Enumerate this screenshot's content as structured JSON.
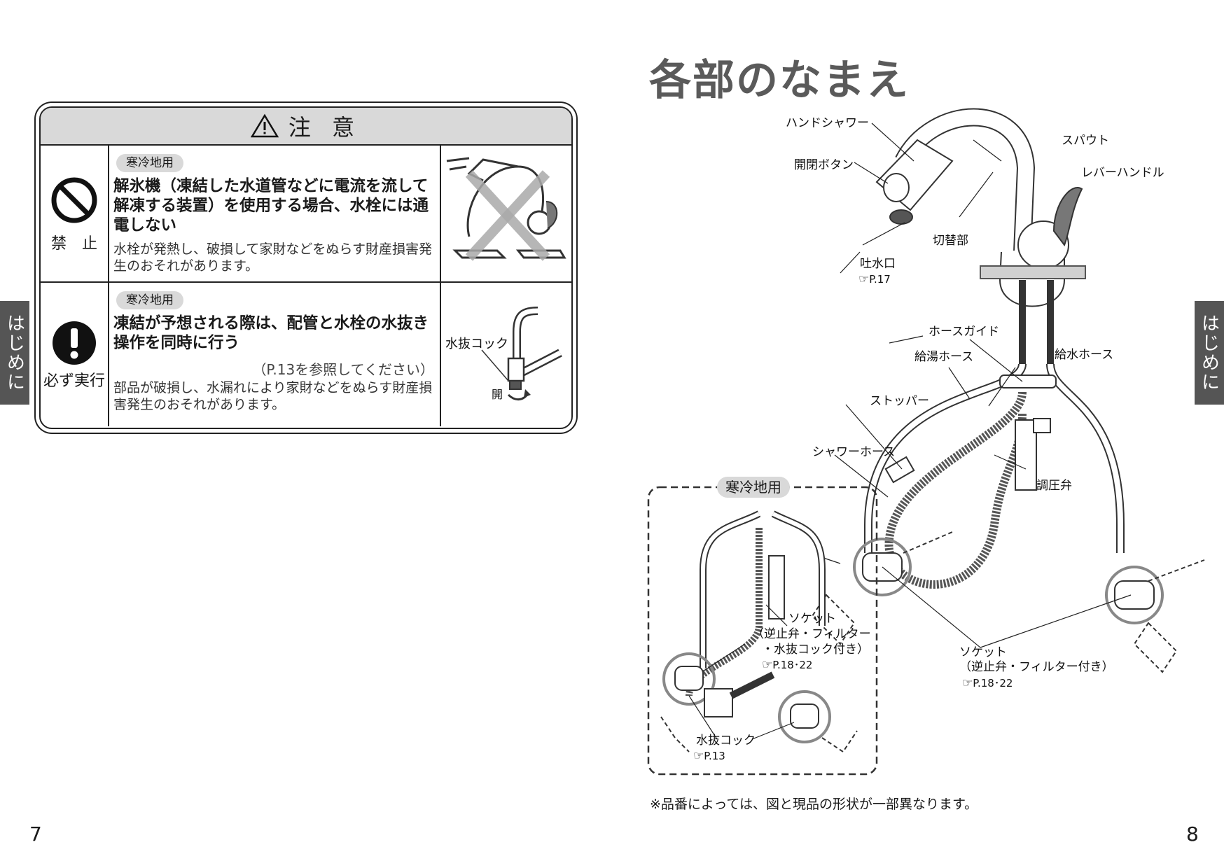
{
  "left_page": {
    "page_number": "7",
    "side_tab": "はじめに",
    "caution": {
      "title": "注 意",
      "rows": [
        {
          "icon_label": "禁　止",
          "badge": "寒冷地用",
          "headline": "解氷機（凍結した水道管などに電流を流して解凍する装置）を使用する場合、水栓には通電しない",
          "body": "水栓が発熱し、破損して家財などをぬらす財産損害発生のおそれがあります。"
        },
        {
          "icon_label": "必ず実行",
          "badge": "寒冷地用",
          "headline": "凍結が予想される際は、配管と水栓の水抜き操作を同時に行う",
          "ref": "（P.13を参照してください）",
          "body": "部品が破損し、水漏れにより家財などをぬらす財産損害発生のおそれがあります。",
          "illus_label": "水抜コック",
          "illus_open": "開"
        }
      ]
    }
  },
  "right_page": {
    "page_number": "8",
    "side_tab": "はじめに",
    "title": "各部のなまえ",
    "labels": {
      "hand_shower": "ハンドシャワー",
      "open_close_button": "開閉ボタン",
      "spout": "スパウト",
      "lever_handle": "レバーハンドル",
      "switch_part": "切替部",
      "outlet": "吐水口",
      "outlet_ref": "P.17",
      "hose_guide": "ホースガイド",
      "hot_hose": "給湯ホース",
      "water_hose": "給水ホース",
      "stopper": "ストッパー",
      "shower_hose": "シャワーホース",
      "pressure_valve": "調圧弁",
      "socket": "ソケット",
      "socket_desc": "（逆止弁・フィルター付き）",
      "socket_ref": "P.18･22"
    },
    "cold_region": {
      "tag": "寒冷地用",
      "socket": "ソケット",
      "socket_desc_1": "（逆止弁・フィルター",
      "socket_desc_2": "・水抜コック付き）",
      "socket_ref": "P.18･22",
      "drain_cock": "水抜コック",
      "drain_ref": "P.13"
    },
    "note": "※品番によっては、図と現品の形状が一部異なります。"
  }
}
